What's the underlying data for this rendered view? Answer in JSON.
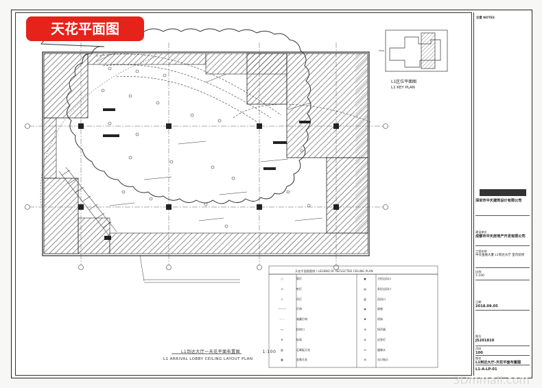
{
  "badge": {
    "title": "天花平面图"
  },
  "drawing": {
    "title_cn": "L1到达大厅一天花平面布置图",
    "title_scale": "1:100",
    "title_en": "L1 ARRIVAL LOBBY CEILING LAYOUT PLAN"
  },
  "key_plan": {
    "title_cn": "L1区位平面图",
    "title_en": "L1 KEY PLAN"
  },
  "legend": {
    "title": "天花平面图图例 / LEGEND OF REFLECTED CEILING PLAN",
    "rows": [
      {
        "s1": "○",
        "t1": "筒灯",
        "s2": "▣",
        "t2": "方形出风口"
      },
      {
        "s1": "⊙",
        "t1": "射灯",
        "s2": "▤",
        "t2": "条形出风口"
      },
      {
        "s1": "◇",
        "t1": "吊灯",
        "s2": "▥",
        "t2": "回风口"
      },
      {
        "s1": "———",
        "t1": "灯带",
        "s2": "◉",
        "t2": "烟感"
      },
      {
        "s1": "- - -",
        "t1": "暗藏灯带",
        "s2": "✱",
        "t2": "喷淋"
      },
      {
        "s1": "▭",
        "t1": "检修口",
        "s2": "⊕",
        "t2": "扬声器"
      },
      {
        "s1": "╪",
        "t1": "标高",
        "s2": "⊗",
        "t2": "应急灯"
      },
      {
        "s1": "▨",
        "t1": "石膏板天花",
        "s2": "⊡",
        "t2": "摄像头"
      },
      {
        "s1": "▦",
        "t1": "金属天花",
        "s2": "⊞",
        "t2": "出口指示"
      }
    ]
  },
  "title_block": {
    "notes_head": "注意 NOTES",
    "company": "深圳市中天建筑设计有限公司",
    "client_label": "建设单位",
    "client": "成都市中天房地产开发有限公司",
    "project_label": "工程名称",
    "project": "中天金融大厦 L1到达大厅 室内装修",
    "scale_label": "比例",
    "scale": "1:100",
    "date_label": "日期",
    "date": "2018.09.05",
    "drawing_no_label": "图号",
    "drawing_no": "JS201810",
    "sheet_label": "页码",
    "sheet": "100",
    "title_label": "图名",
    "sheet_title": "L1到达大厅-天花平面布置图",
    "code": "L1-A-LP-01"
  },
  "watermark": "3Dmmall.com"
}
